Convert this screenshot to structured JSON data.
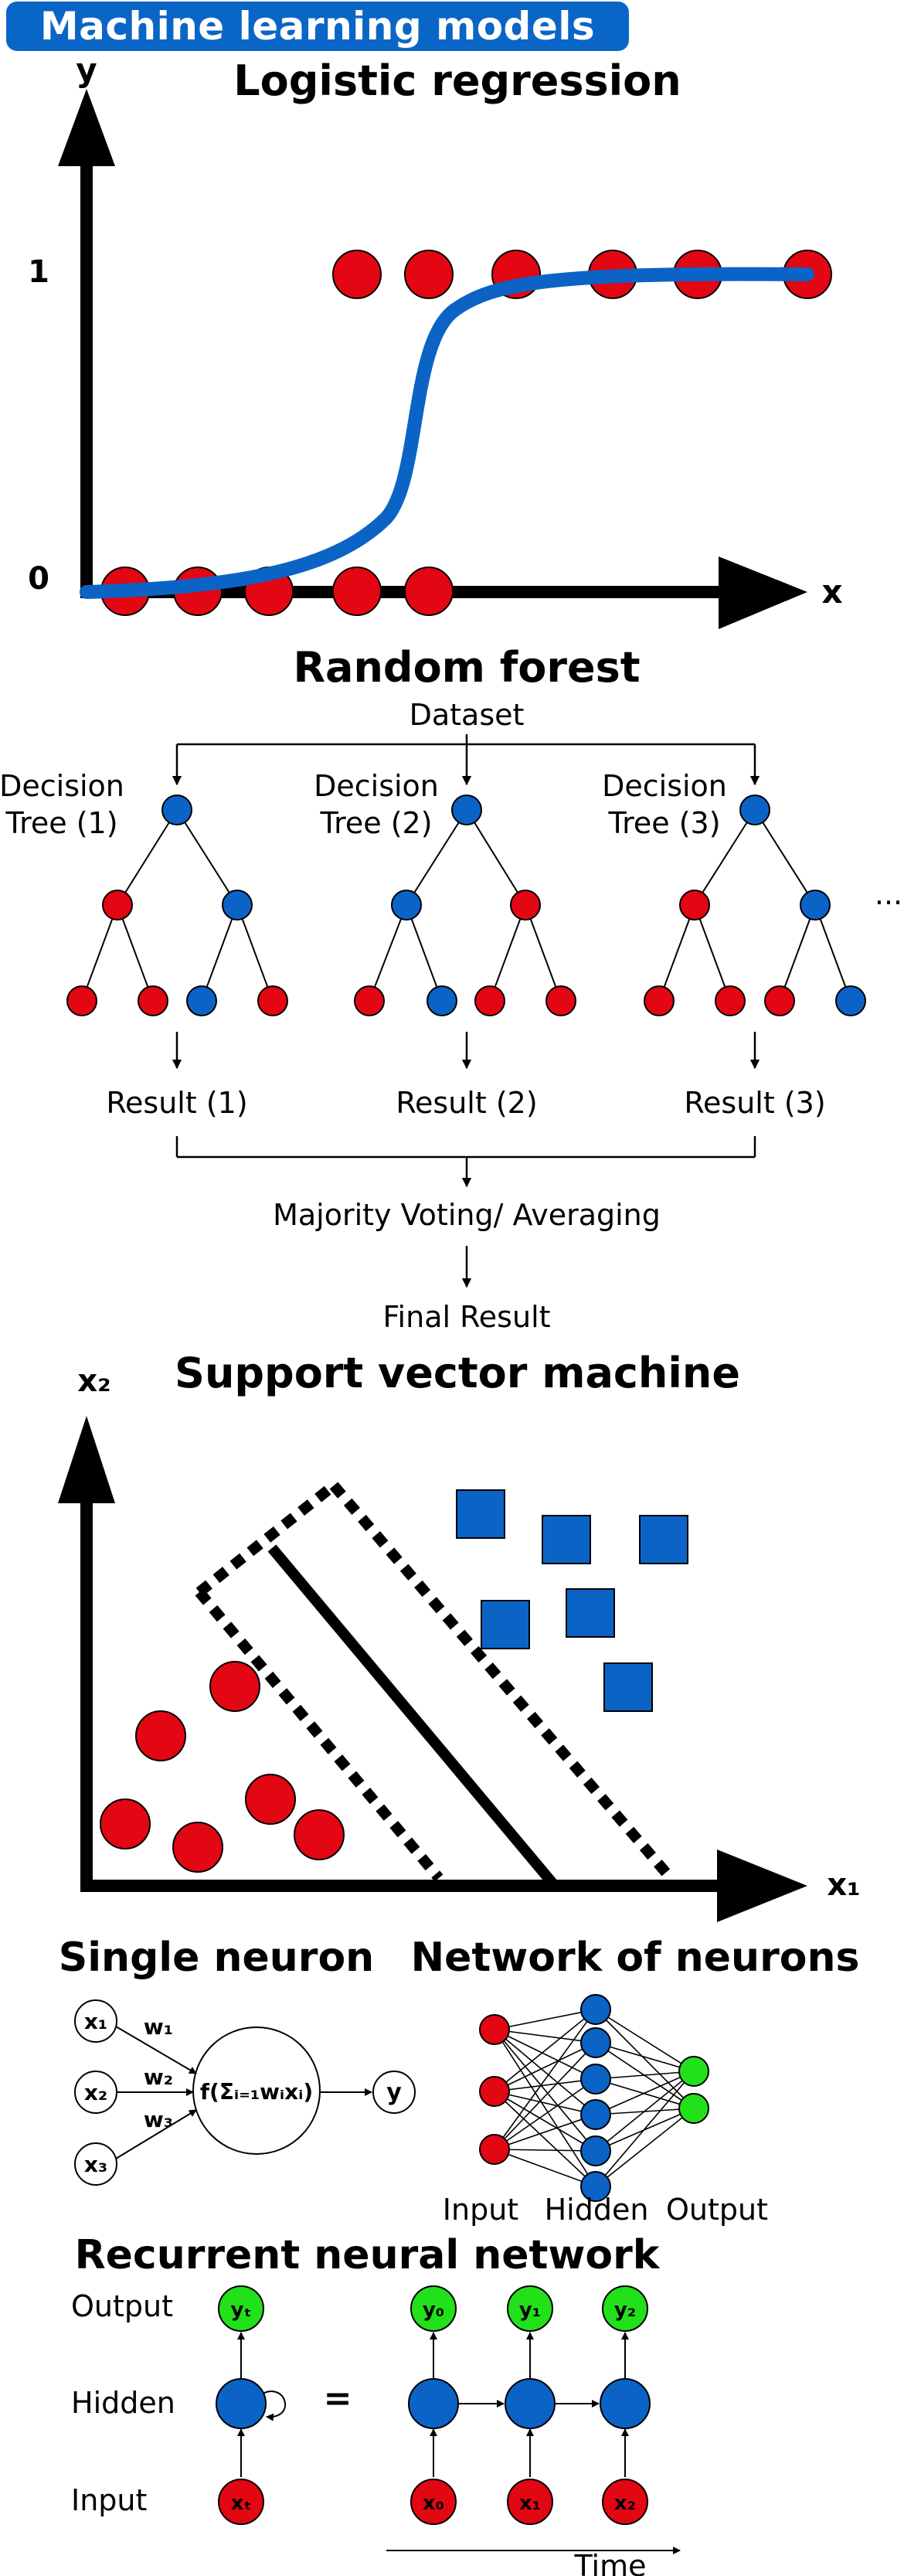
{
  "title": "Machine learning models",
  "colors": {
    "red": "#e30613",
    "blue": "#0b63c6",
    "green": "#22e01a",
    "black": "#000000",
    "banner": "#0a66c6"
  },
  "logistic": {
    "title": "Logistic regression",
    "axis_y": "y",
    "axis_x": "x",
    "tick_one": "1",
    "tick_zero": "0",
    "chart_data": {
      "type": "scatter",
      "title": "Logistic regression",
      "xlabel": "x",
      "ylabel": "y",
      "y_ticks": [
        "0",
        "1"
      ],
      "series": [
        {
          "class": "y=0",
          "marker": "red-circle",
          "count": 5
        },
        {
          "class": "y=1",
          "marker": "red-circle",
          "count": 6
        }
      ],
      "fit": "sigmoid curve (blue)"
    }
  },
  "forest": {
    "title": "Random forest",
    "dataset": "Dataset",
    "trees": [
      {
        "line1": "Decision",
        "line2": "Tree (1)",
        "result": "Result (1)"
      },
      {
        "line1": "Decision",
        "line2": "Tree (2)",
        "result": "Result (2)"
      },
      {
        "line1": "Decision",
        "line2": "Tree (3)",
        "result": "Result (3)"
      }
    ],
    "ellipsis": "...",
    "vote": "Majority Voting/ Averaging",
    "final": "Final Result"
  },
  "svm": {
    "title": "Support vector machine",
    "axis_y": "x₂",
    "axis_x": "x₁"
  },
  "neuron": {
    "title": "Single neuron",
    "inputs": [
      "x₁",
      "x₂",
      "x₃"
    ],
    "weights": [
      "w₁",
      "w₂",
      "w₃"
    ],
    "function": "f(Σᵢ₌₁wᵢxᵢ)",
    "output": "y"
  },
  "network": {
    "title": "Network of neurons",
    "layers": [
      "Input",
      "Hidden",
      "Output"
    ]
  },
  "rnn": {
    "title": "Recurrent neural network",
    "rows": [
      "Output",
      "Hidden",
      "Input"
    ],
    "equals": "=",
    "y_t": "yₜ",
    "x_t": "xₜ",
    "outputs": [
      "y₀",
      "y₁",
      "y₂"
    ],
    "inputs": [
      "x₀",
      "x₁",
      "x₂"
    ],
    "time": "Time"
  }
}
